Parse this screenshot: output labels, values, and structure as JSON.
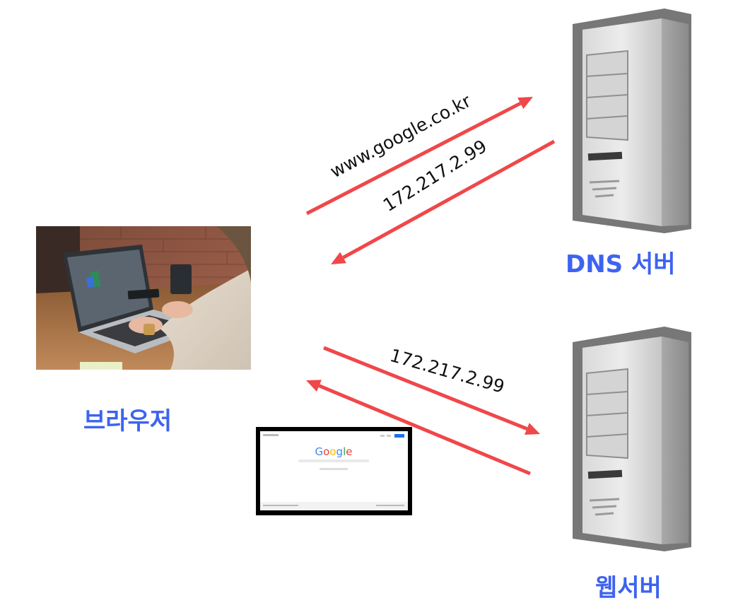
{
  "nodes": {
    "browser": {
      "label": "브라우저",
      "photo_icon": "laptop-user-photo-icon"
    },
    "dns_server": {
      "label": "DNS 서버",
      "icon": "tower-server-icon"
    },
    "web_server": {
      "label": "웹서버",
      "icon": "tower-server-icon"
    }
  },
  "messages": {
    "dns_request": "www.google.co.kr",
    "dns_response": "172.217.2.99",
    "web_request": "172.217.2.99"
  },
  "result_page": {
    "logo_letters": [
      "G",
      "o",
      "o",
      "g",
      "l",
      "e"
    ],
    "logo_colors": [
      "#4285f4",
      "#ea4335",
      "#fbbc05",
      "#4285f4",
      "#34a853",
      "#ea4335"
    ]
  },
  "colors": {
    "arrow": "#f0474a",
    "label": "#3d63f0"
  }
}
